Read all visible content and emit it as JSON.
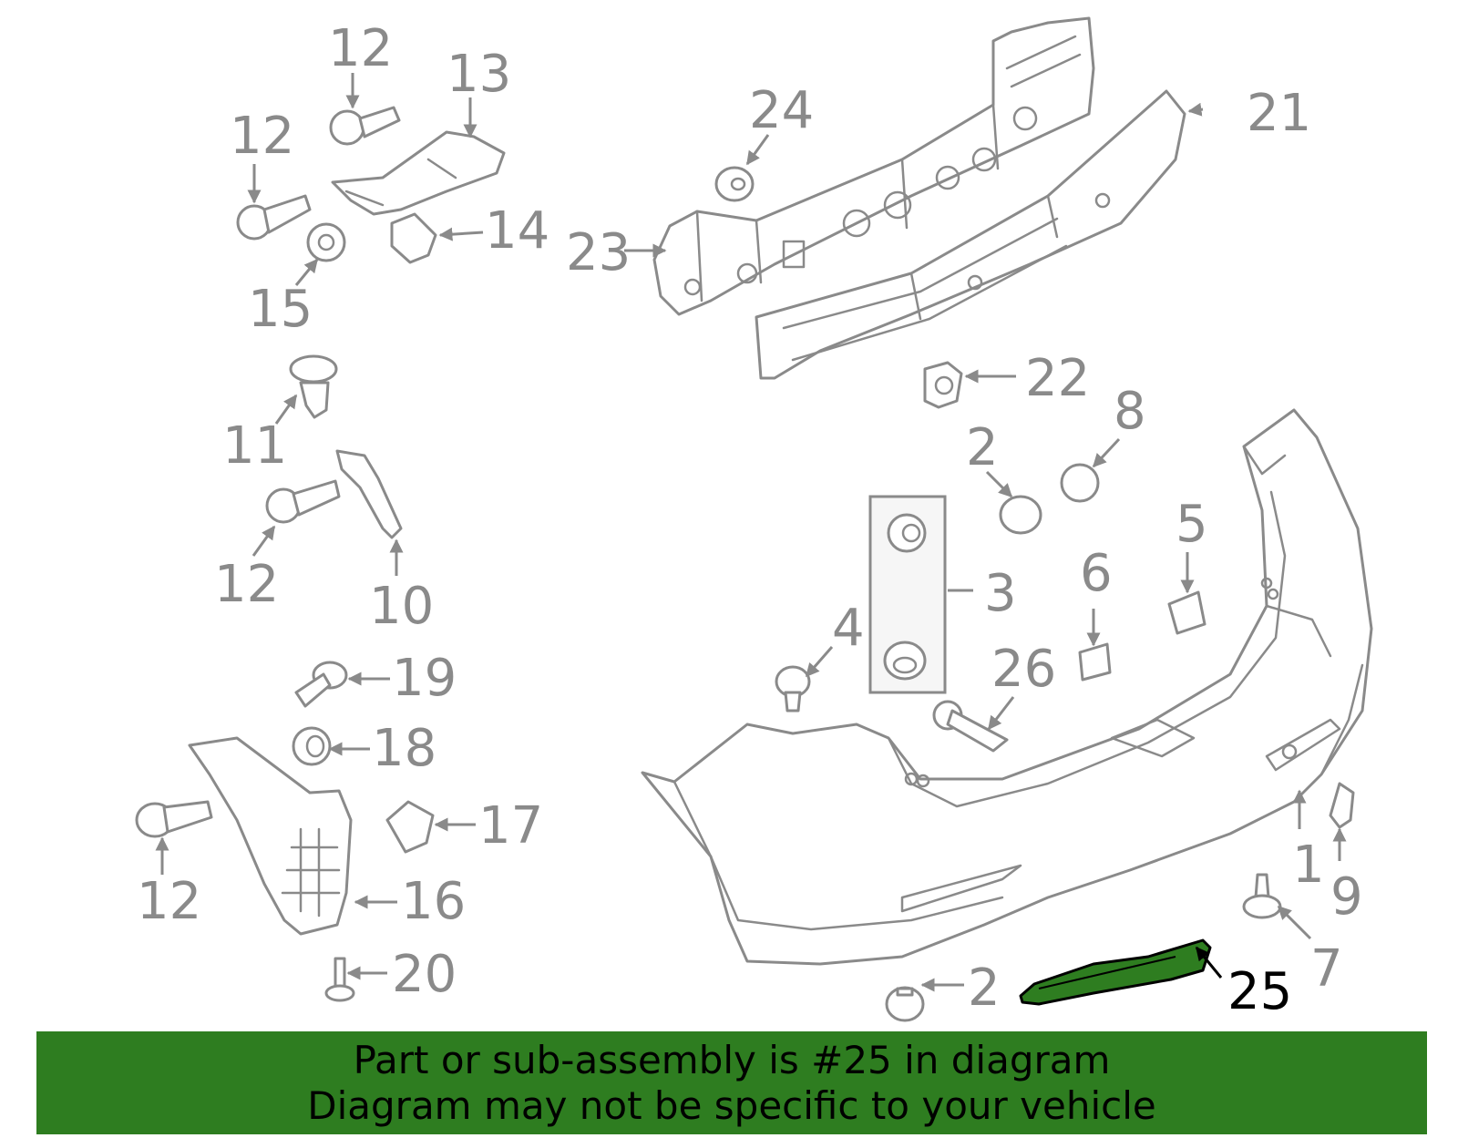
{
  "callouts": {
    "p1": "1",
    "p2a": "2",
    "p2b": "2",
    "p3": "3",
    "p4": "4",
    "p5": "5",
    "p6": "6",
    "p7": "7",
    "p8": "8",
    "p9": "9",
    "p10": "10",
    "p11": "11",
    "p12a": "12",
    "p12b": "12",
    "p12c": "12",
    "p12d": "12",
    "p13": "13",
    "p14": "14",
    "p15": "15",
    "p16": "16",
    "p17": "17",
    "p18": "18",
    "p19": "19",
    "p20": "20",
    "p21": "21",
    "p22": "22",
    "p23": "23",
    "p24": "24",
    "p25": "25",
    "p26": "26"
  },
  "highlighted_part": "25",
  "colors": {
    "line": "#8a8a8a",
    "highlight_fill": "#2e7d20",
    "highlight_stroke": "#000000",
    "banner": "#2e7d20"
  },
  "footer": {
    "line1": "Part or sub-assembly is #25 in diagram",
    "line2": "Diagram may not be specific to your vehicle"
  }
}
